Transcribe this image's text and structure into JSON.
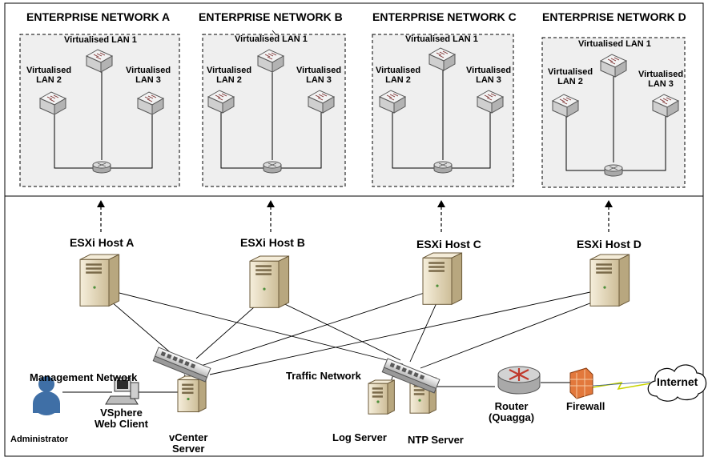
{
  "enterprise_networks": [
    {
      "title": "ENTERPRISE NETWORK A",
      "lan1": "Virtualised LAN 1",
      "lan2": "Virtualised\nLAN 2",
      "lan3": "Virtualised\nLAN 3"
    },
    {
      "title": "ENTERPRISE NETWORK B",
      "lan1": "Virtualised LAN 1",
      "lan2": "Virtualised\nLAN 2",
      "lan3": "Virtualised\nLAN 3"
    },
    {
      "title": "ENTERPRISE NETWORK C",
      "lan1": "Virtualised LAN 1",
      "lan2": "Virtualised\nLAN 2",
      "lan3": "Virtualised\nLAN 3"
    },
    {
      "title": "ENTERPRISE NETWORK D",
      "lan1": "Virtualised LAN 1",
      "lan2": "Virtualised\nLAN 2",
      "lan3": "Virtualised\nLAN 3"
    }
  ],
  "hosts": [
    "ESXi Host A",
    "ESXi Host B",
    "ESXi Host C",
    "ESXi Host D"
  ],
  "networks": {
    "management": "Management Network",
    "traffic": "Traffic Network"
  },
  "devices": {
    "administrator": "Administrator",
    "vsphere": "VSphere\nWeb Client",
    "vcenter": "vCenter\nServer",
    "log_server": "Log Server",
    "ntp_server": "NTP Server",
    "router": "Router\n(Quagga)",
    "firewall": "Firewall",
    "internet": "Internet"
  },
  "colors": {
    "panel_fill": "#efefef",
    "server_body": "#e7d9b9",
    "router_fill": "#c3c3c3",
    "firewall": "#e2783c",
    "person": "#3f6fa6",
    "cloud_link": "#c8d400"
  }
}
